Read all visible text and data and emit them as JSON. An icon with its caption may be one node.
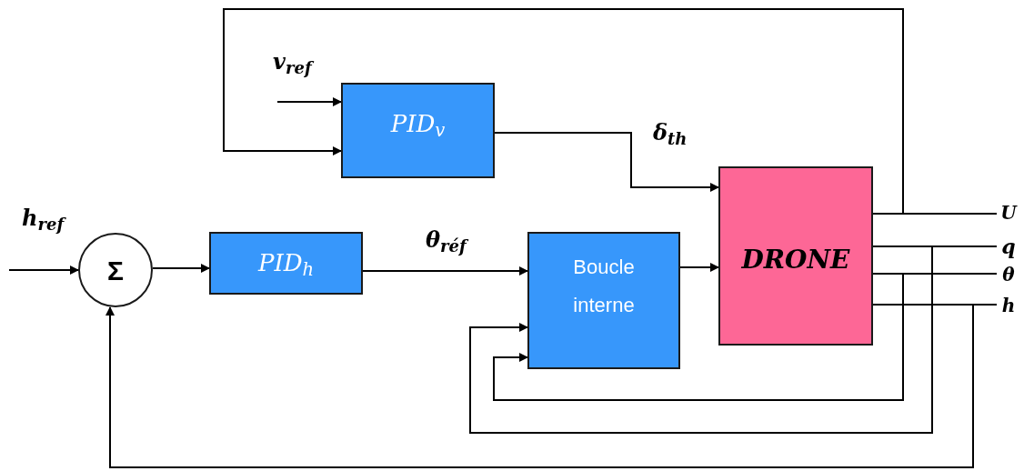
{
  "diagram": {
    "nodes": [
      {
        "text": [
          "PID$_{v}$"
        ]
      },
      {
        "text": [
          "Σ"
        ]
      },
      {
        "text": [
          "PID$_{h}$"
        ]
      },
      {
        "text": [
          "Boucle interne"
        ]
      },
      {
        "text": [
          "DRONE"
        ]
      },
      {
        "text": [
          "U"
        ]
      },
      {
        "text": [
          "q"
        ]
      },
      {
        "text": [
          "θ"
        ]
      },
      {
        "text": [
          "h"
        ]
      }
    ],
    "edges": [
      {
        "from": null,
        "to": 0,
        "arrow": "to",
        "label": "v$_{ref}$"
      },
      {
        "from": 4,
        "to": 0,
        "arrow": "to"
      },
      {
        "from": 0,
        "to": 4,
        "arrow": "to",
        "label": "δ$_{th}$"
      },
      {
        "from": null,
        "to": 1,
        "arrow": "to",
        "label": "h$_{ref}$"
      },
      {
        "from": 1,
        "to": 2,
        "arrow": "to"
      },
      {
        "from": 2,
        "to": 3,
        "arrow": "to",
        "label": "θ$_{réf}$"
      },
      {
        "from": 3,
        "to": 4,
        "arrow": "to"
      },
      {
        "from": 4,
        "to": 5,
        "arrow": "none"
      },
      {
        "from": 4,
        "to": 6,
        "arrow": "none"
      },
      {
        "from": 4,
        "to": 7,
        "arrow": "none"
      },
      {
        "from": 4,
        "to": 8,
        "arrow": "none"
      },
      {
        "from": 4,
        "to": 3,
        "arrow": "to"
      },
      {
        "from": 4,
        "to": 3,
        "arrow": "to"
      },
      {
        "from": 4,
        "to": 1,
        "arrow": "to"
      }
    ]
  }
}
